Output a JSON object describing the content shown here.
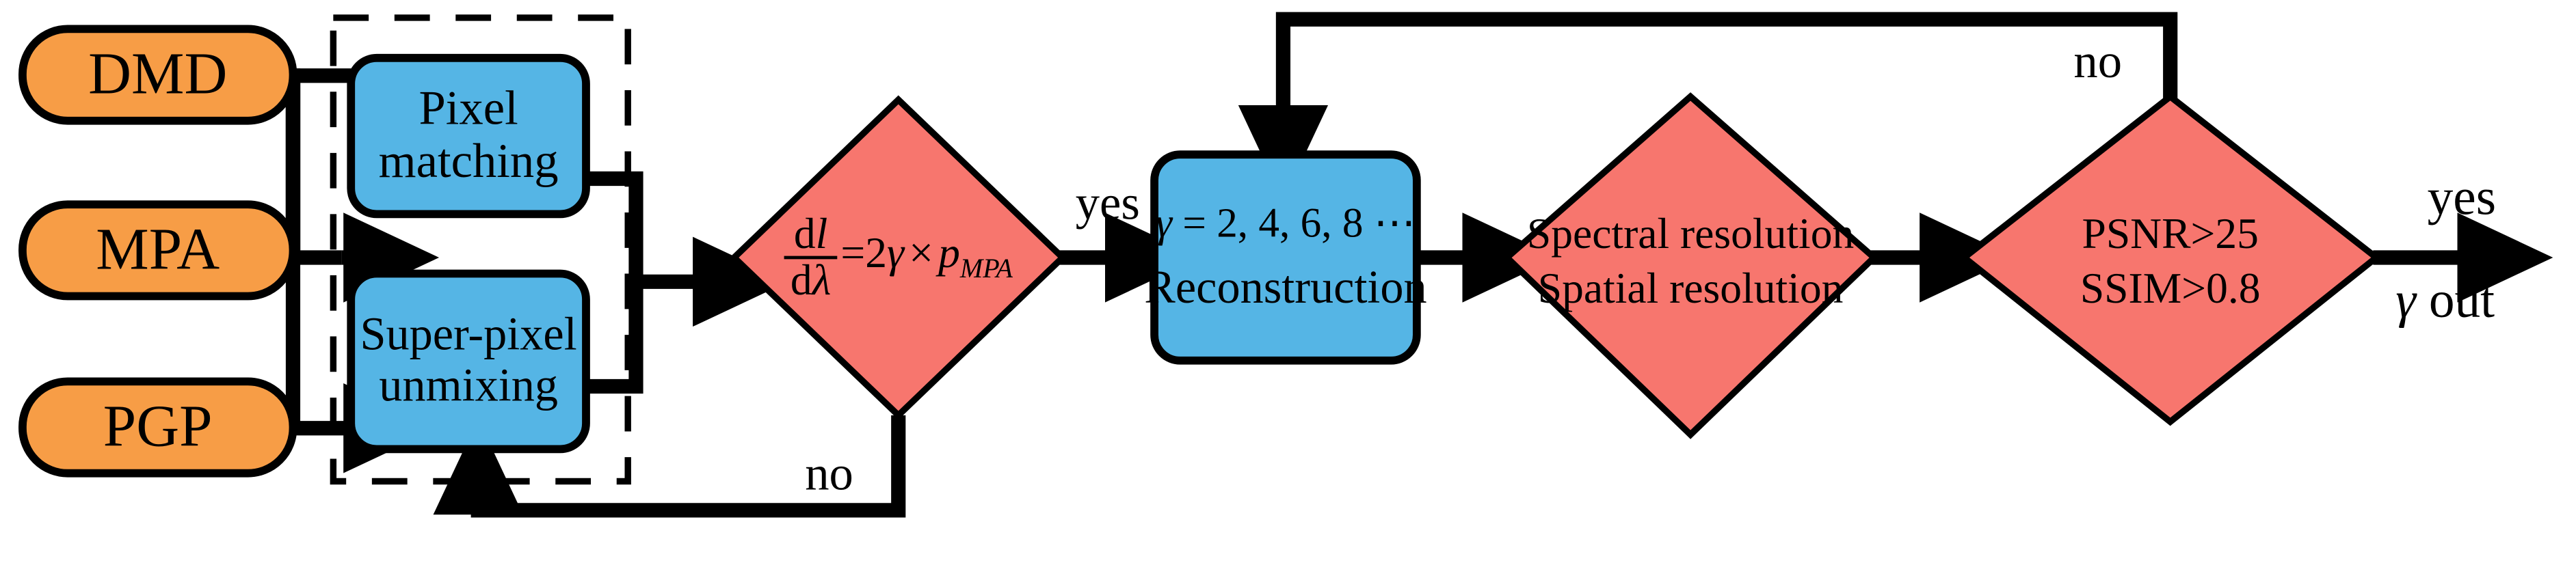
{
  "diagram": {
    "title": "Hyperspectral imaging reconstruction workflow flowchart",
    "colors": {
      "orange_fill": "#F79D46",
      "blue_fill": "#55B5E5",
      "red_fill": "#F7766E",
      "outline": "#000000",
      "background": "#FFFFFF"
    },
    "inputs": [
      {
        "id": "dmd",
        "label": "DMD"
      },
      {
        "id": "mpa",
        "label": "MPA"
      },
      {
        "id": "pgp",
        "label": "PGP"
      }
    ],
    "group_box": {
      "style": "dashed",
      "items": [
        {
          "id": "pixel-matching",
          "line1": "Pixel",
          "line2": "matching"
        },
        {
          "id": "super-pixel-unmixing",
          "line1": "Super-pixel",
          "line2": "unmixing"
        }
      ]
    },
    "decision_equation": {
      "id": "dl-dlambda-decision",
      "numerator": "d",
      "numerator_var": "l",
      "denominator": "d",
      "denominator_var": "λ",
      "rhs_prefix": "=2",
      "rhs_gamma": "γ",
      "rhs_times": "×",
      "rhs_p": "p",
      "rhs_sub": "MPA",
      "full_text": "dl/dλ = 2γ × p_MPA"
    },
    "reconstruction": {
      "id": "reconstruction-box",
      "gamma_line": "γ = 2, 4, 6, 8 ⋯",
      "gamma_symbol": "γ",
      "gamma_values": "= 2, 4, 6, 8 ⋯",
      "label": "Reconstruction"
    },
    "resolution_decision": {
      "id": "resolution-decision",
      "line1": "Spectral resolution",
      "line2": "Spatial resolution"
    },
    "quality_decision": {
      "id": "quality-decision",
      "line1": "PSNR>25",
      "line2": "SSIM>0.8"
    },
    "edge_labels": {
      "yes_left": "yes",
      "no_bottom": "no",
      "no_top_right": "no",
      "yes_right": "yes",
      "gamma_out_symbol": "γ",
      "gamma_out_text": "out",
      "gamma_out_full": "γ out"
    }
  }
}
